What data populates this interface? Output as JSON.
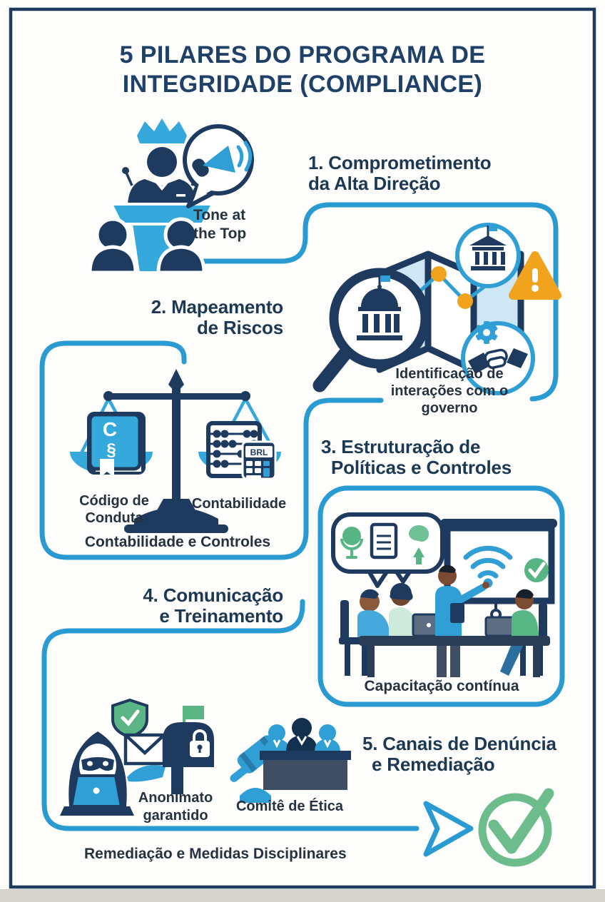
{
  "title": {
    "line1": "5 PILARES DO PROGRAMA DE",
    "line2": "INTEGRIDADE (COMPLIANCE)"
  },
  "pillar1": {
    "heading_line1": "1. Comprometimento",
    "heading_line2": "da Alta Direção",
    "bubble_label_line1": "Tone at",
    "bubble_label_line2": "the Top"
  },
  "pillar2": {
    "heading_line1": "2. Mapeamento",
    "heading_line2": "de Riscos",
    "caption_line1": "Identificação de",
    "caption_line2": "interações com o",
    "caption_line3": "governo"
  },
  "pillar3": {
    "heading_line1": "3. Estruturação de",
    "heading_line2": "Políticas e Controles",
    "book_letter": "C",
    "book_symbol": "§",
    "calculator_label": "BRL",
    "left_pan_label_line1": "Código de",
    "left_pan_label_line2": "Conduta",
    "right_pan_label": "Contabilidade",
    "caption": "Contabilidade e Controles"
  },
  "pillar4": {
    "heading_line1": "4. Comunicação",
    "heading_line2": "e Treinamento",
    "caption": "Capacitação contínua"
  },
  "pillar5": {
    "heading_line1": "5. Canais de Denúncia",
    "heading_line2": "e Remediação",
    "anonymity_label_line1": "Anonimato",
    "anonymity_label_line2": "garantido",
    "committee_label": "Comitê de Ética",
    "caption": "Remediação e Medidas Disciplinares"
  },
  "colors": {
    "navy": "#1e3a5f",
    "accent_blue": "#2f9fd6",
    "light_blue": "#35a8dc",
    "connector_blue": "#2a9ad2",
    "green": "#5cb585",
    "orange": "#f2a31d",
    "text_dark": "#26323f",
    "page_edge_gray": "#d7d4cf"
  }
}
